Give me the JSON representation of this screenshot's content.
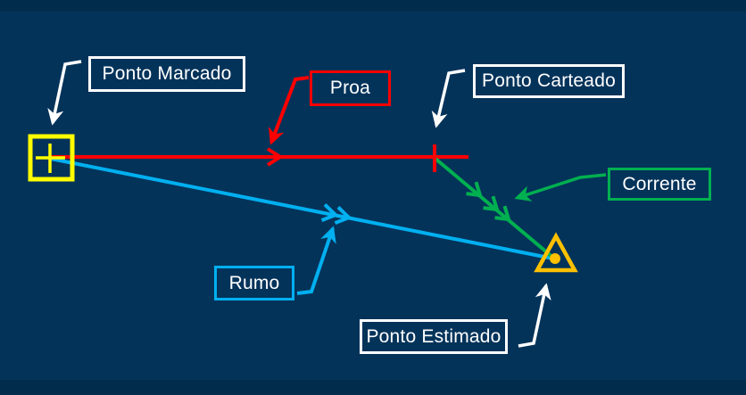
{
  "colors": {
    "background": "#04335A",
    "band": "#022C4B",
    "red": "#FF0000",
    "green": "#00B050",
    "cyan": "#00B0F0",
    "yellow": "#FFFF00",
    "gold": "#FFC000",
    "white": "#FFFFFF"
  },
  "labels": {
    "ponto_marcado": "Ponto Marcado",
    "proa": "Proa",
    "ponto_carteado": "Ponto Carteado",
    "corrente": "Corrente",
    "rumo": "Rumo",
    "ponto_estimado": "Ponto Estimado"
  },
  "diagram": {
    "symbols": [
      {
        "name": "ponto-marcado-symbol",
        "shape": "square-with-cross",
        "color": "#FFFF00"
      },
      {
        "name": "ponto-carteado-symbol",
        "shape": "cross-tick-on-heading-line",
        "color": "#FF0000"
      },
      {
        "name": "ponto-estimado-symbol",
        "shape": "triangle-with-dot",
        "color": "#FFC000"
      }
    ],
    "vectors": [
      {
        "name": "proa",
        "color": "#FF0000",
        "chevrons": 1,
        "from": "ponto-marcado",
        "to": "ponto-carteado"
      },
      {
        "name": "rumo",
        "color": "#00B0F0",
        "chevrons": 2,
        "from": "ponto-marcado",
        "to": "ponto-estimado"
      },
      {
        "name": "corrente",
        "color": "#00B050",
        "chevrons": 3,
        "from": "ponto-carteado",
        "to": "ponto-estimado"
      }
    ]
  }
}
